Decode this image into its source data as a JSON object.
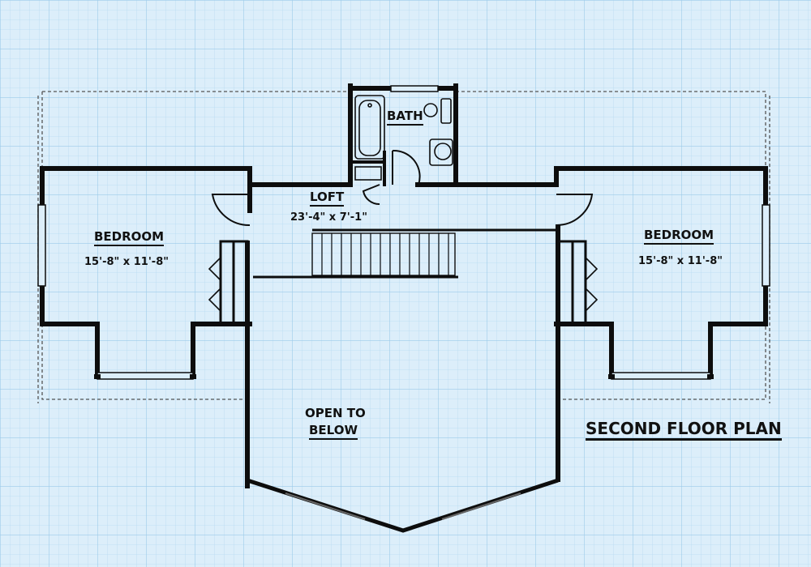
{
  "colors": {
    "paper": "#dceefa",
    "grid": "#a9d2ee",
    "wall": "#0d0d0d",
    "dashed_outline": "#555555"
  },
  "labels": {
    "bath": "BATH",
    "loft": "LOFT",
    "loft_size": "23'-4\" x 7'-1\"",
    "bedroom_left": "BEDROOM",
    "bedroom_left_size": "15'-8\" x 11'-8\"",
    "bedroom_right": "BEDROOM",
    "bedroom_right_size": "15'-8\" x 11'-8\"",
    "open_line1": "OPEN TO",
    "open_line2": "BELOW",
    "plan_title": "SECOND FLOOR PLAN"
  }
}
